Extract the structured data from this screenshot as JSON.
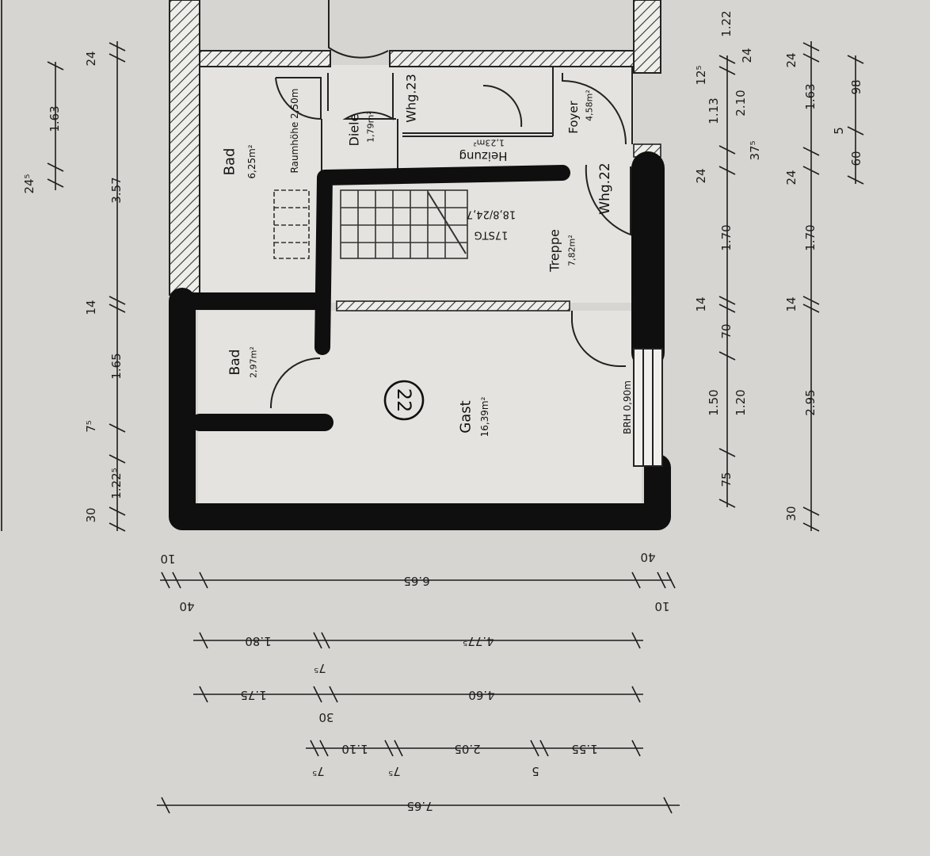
{
  "rooms": {
    "bad_upper": {
      "name": "Bad",
      "area": "6,25m²",
      "height": "Raumhöhe 2,50m"
    },
    "diele": {
      "name": "Diele",
      "area": "1,79m²"
    },
    "whg23": {
      "label": "Whg.23"
    },
    "heizung": {
      "name": "Heizung",
      "area": "1,23m²"
    },
    "foyer": {
      "name": "Foyer",
      "area": "4,58m²"
    },
    "whg22": {
      "label": "Whg.22"
    },
    "stairs": {
      "line1": "17STG",
      "line2": "18,8/24,7"
    },
    "treppe": {
      "name": "Treppe",
      "area": "7,82m²"
    },
    "bad_lower": {
      "name": "Bad",
      "area": "2,97m²"
    },
    "gast": {
      "name": "Gast",
      "area": "16,39m²"
    },
    "unit_number": "22",
    "window": "BRH 0,90m"
  },
  "dimensions": {
    "left_outer": [
      "30",
      "1.22⁵",
      "7⁵",
      "1.65",
      "14",
      "3.57",
      "24",
      "1.63",
      "24⁵"
    ],
    "right_inner": [
      "75",
      "1.50",
      "1.20",
      "70",
      "14",
      "1.70",
      "24",
      "1.13",
      "12⁵",
      "2.10",
      "37⁵",
      "24",
      "1.22"
    ],
    "right_outer": [
      "30",
      "2.95",
      "14",
      "1.70",
      "24",
      "1.63",
      "24",
      "60",
      "98",
      "5"
    ],
    "bottom_1": [
      "10",
      "40",
      "6.65",
      "40",
      "10"
    ],
    "bottom_2": [
      "1.80",
      "4.77⁵",
      "7⁵"
    ],
    "bottom_3": [
      "1.75",
      "4.60",
      "30"
    ],
    "bottom_4": [
      "1.10",
      "2.05",
      "1.55",
      "7⁵",
      "7⁵",
      "5"
    ],
    "bottom_5": [
      "7.65"
    ]
  }
}
